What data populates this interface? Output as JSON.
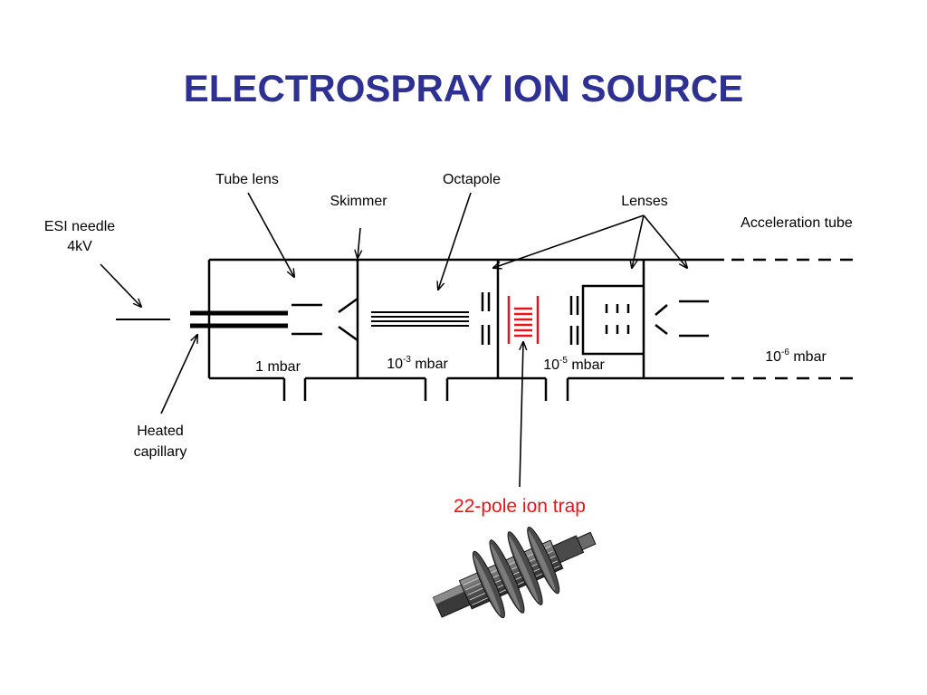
{
  "slide": {
    "title": "ELECTROSPRAY ION SOURCE",
    "title_color": "#2E3192"
  },
  "labels": {
    "tube_lens": "Tube lens",
    "skimmer": "Skimmer",
    "octapole": "Octapole",
    "lenses": "Lenses",
    "acceleration_tube": "Acceleration tube",
    "esi_needle_line1": "ESI needle",
    "esi_needle_line2": "4kV",
    "heated_capillary_line1": "Heated",
    "heated_capillary_line2": "capillary",
    "ion_trap": "22-pole ion trap"
  },
  "pressures": {
    "stage1": "1 mbar",
    "stage2_base": "10",
    "stage2_exp": "-3",
    "stage2_unit": " mbar",
    "stage3_base": "10",
    "stage3_exp": "-5",
    "stage3_unit": " mbar",
    "stage4_base": "10",
    "stage4_exp": "-6",
    "stage4_unit": " mbar"
  },
  "colors": {
    "line": "#000000",
    "trap_highlight": "#E8141B",
    "label_text": "#000000"
  },
  "icons": {
    "trap_model": "22-pole-ion-trap-3d-render"
  }
}
